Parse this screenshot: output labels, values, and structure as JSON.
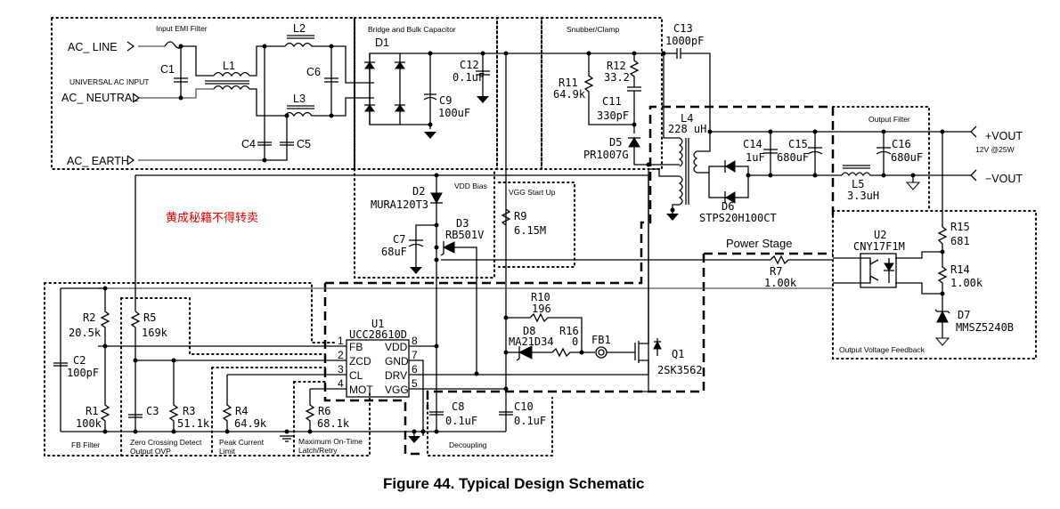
{
  "figure": {
    "caption": "Figure 44.  Typical Design Schematic",
    "watermark": "黄成秘籍不得转卖"
  },
  "sections": {
    "input_emi_filter": "Input EMI Filter",
    "bridge_bulk": "Bridge and Bulk Capacitor",
    "snubber_clamp": "Snubber/Clamp",
    "vdd_bias": "VDD Bias",
    "vgg_startup": "VGG Start Up",
    "output_filter": "Output Filter",
    "power_stage": "Power Stage",
    "output_voltage_feedback": "Output Voltage Feedback",
    "fb_filter": "FB Filter",
    "zcd_line1": "Zero Crossing Detect",
    "zcd_line2": "Output OVP",
    "peak_line1": "Peak Current",
    "peak_line2": "Limit",
    "mot_line1": "Maximum On-Time",
    "mot_line2": "Latch/Retry",
    "decoupling": "Decoupling"
  },
  "ports": {
    "ac_line": "AC_ LINE",
    "ac_neutral": "AC_ NEUTRAL",
    "ac_earth": "AC_ EARTH",
    "universal_ac": "UNIVERSAL AC INPUT",
    "vout_pos": "+VOUT",
    "vout_neg": "−VOUT",
    "rating": "12V @25W"
  },
  "components": {
    "C1": {
      "ref": "C1"
    },
    "L1": {
      "ref": "L1"
    },
    "L2": {
      "ref": "L2"
    },
    "L3": {
      "ref": "L3"
    },
    "C4": {
      "ref": "C4"
    },
    "C5": {
      "ref": "C5"
    },
    "C6": {
      "ref": "C6"
    },
    "D1": {
      "ref": "D1"
    },
    "C9": {
      "ref": "C9",
      "value": "100uF"
    },
    "C12": {
      "ref": "C12",
      "value": "0.1uF"
    },
    "R11": {
      "ref": "R11",
      "value": "64.9k"
    },
    "R12": {
      "ref": "R12",
      "value": "33.2"
    },
    "C11": {
      "ref": "C11",
      "value": "330pF"
    },
    "D5": {
      "ref": "D5",
      "value": "PR1007G"
    },
    "C13": {
      "ref": "C13",
      "value": "1000pF"
    },
    "L4": {
      "ref": "L4",
      "value": "228 uH"
    },
    "C14": {
      "ref": "C14",
      "value": "1uF"
    },
    "C15": {
      "ref": "C15",
      "value": "680uF"
    },
    "C16": {
      "ref": "C16",
      "value": "680uF"
    },
    "L5": {
      "ref": "L5",
      "value": "3.3uH"
    },
    "D6": {
      "ref": "D6",
      "value": "STPS20H100CT"
    },
    "D2": {
      "ref": "D2",
      "value": "MURA120T3"
    },
    "C7": {
      "ref": "C7",
      "value": "68uF"
    },
    "D3": {
      "ref": "D3",
      "value": "RB501V"
    },
    "R9": {
      "ref": "R9",
      "value": "6.15M"
    },
    "R15": {
      "ref": "R15",
      "value": "681"
    },
    "U2": {
      "ref": "U2",
      "value": "CNY17F1M"
    },
    "R14": {
      "ref": "R14",
      "value": "1.00k"
    },
    "D7": {
      "ref": "D7",
      "value": "MMSZ5240B"
    },
    "R7": {
      "ref": "R7",
      "value": "1.00k"
    },
    "R10": {
      "ref": "R10",
      "value": "196"
    },
    "D8": {
      "ref": "D8",
      "value": "MA21D34"
    },
    "R16": {
      "ref": "R16",
      "value": "0"
    },
    "FB1": {
      "ref": "FB1"
    },
    "Q1": {
      "ref": "Q1",
      "value": "2SK3562"
    },
    "U1": {
      "ref": "U1",
      "value": "UCC28610D"
    },
    "R2": {
      "ref": "R2",
      "value": "20.5k"
    },
    "R1": {
      "ref": "R1",
      "value": "100k"
    },
    "C2": {
      "ref": "C2",
      "value": "100pF"
    },
    "R5": {
      "ref": "R5",
      "value": "169k"
    },
    "C3": {
      "ref": "C3"
    },
    "R3": {
      "ref": "R3",
      "value": "51.1k"
    },
    "R4": {
      "ref": "R4",
      "value": "64.9k"
    },
    "R6": {
      "ref": "R6",
      "value": "68.1k"
    },
    "C8": {
      "ref": "C8",
      "value": "0.1uF"
    },
    "C10": {
      "ref": "C10",
      "value": "0.1uF"
    }
  },
  "u1_pins": {
    "left": [
      {
        "num": "1",
        "name": "FB"
      },
      {
        "num": "2",
        "name": "ZCD"
      },
      {
        "num": "3",
        "name": "CL"
      },
      {
        "num": "4",
        "name": "MOT"
      }
    ],
    "right": [
      {
        "num": "8",
        "name": "VDD"
      },
      {
        "num": "7",
        "name": "GND"
      },
      {
        "num": "6",
        "name": "DRV"
      },
      {
        "num": "5",
        "name": "VGG"
      }
    ]
  }
}
